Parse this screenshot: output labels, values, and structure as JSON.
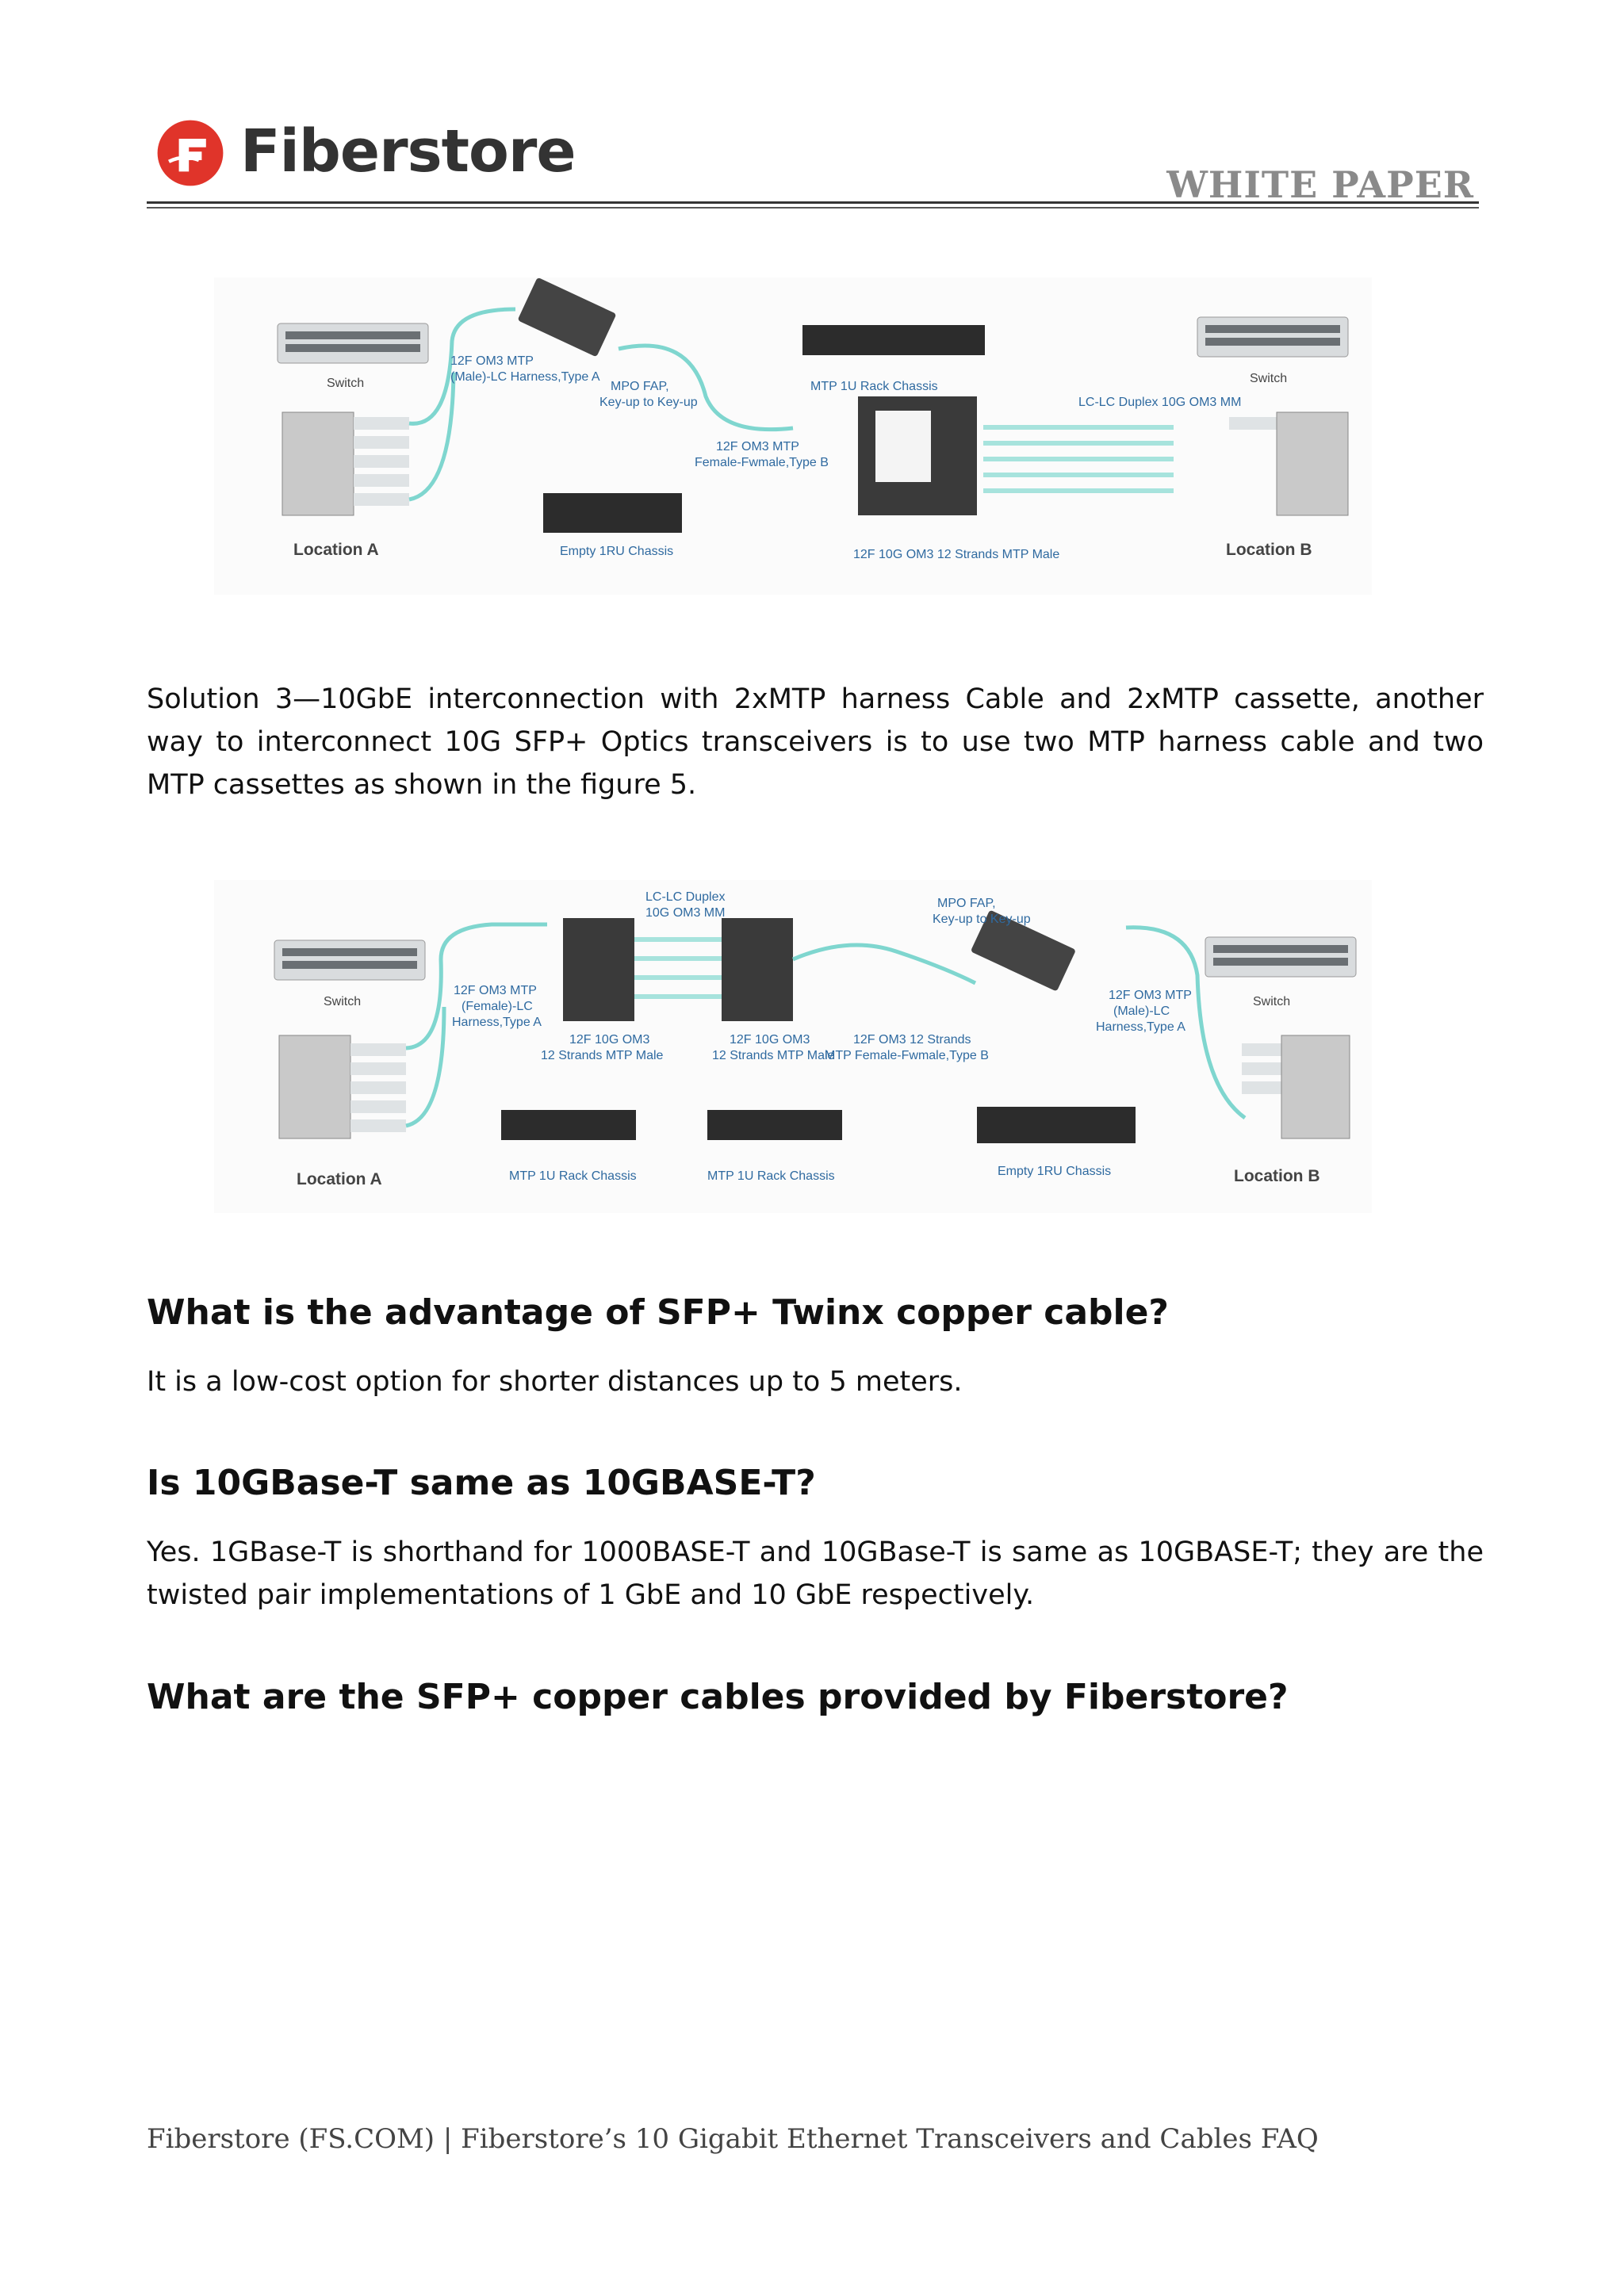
{
  "header": {
    "brand": "Fiberstore",
    "doc_type": "WHITE PAPER",
    "colors": {
      "logo_red": "#e0342a",
      "rule": "#333333",
      "cable": "#7fd6cf"
    }
  },
  "figure4": {
    "location_a": "Location A",
    "location_b": "Location B",
    "switch_a": "Switch",
    "switch_b": "Switch",
    "harness_a": [
      "12F OM3 MTP",
      "(Male)-LC Harness,Type A"
    ],
    "fap": [
      "MPO FAP,",
      "Key-up to Key-up"
    ],
    "empty_chassis": "Empty 1RU Chassis",
    "trunk": [
      "12F OM3 MTP",
      "Female-Fwmale,Type B"
    ],
    "rack_chassis": "MTP 1U Rack Chassis",
    "duplex": "LC-LC Duplex 10G OM3 MM",
    "cassette": "12F 10G OM3 12 Strands MTP Male"
  },
  "solution_text": "Solution 3—10GbE interconnection with 2xMTP harness Cable and 2xMTP cassette, another way to interconnect 10G SFP+ Optics transceivers is to use two MTP harness cable and two MTP cassettes as shown in the figure 5.",
  "figure5": {
    "location_a": "Location A",
    "location_b": "Location B",
    "switch_a": "Switch",
    "switch_b": "Switch",
    "harness_a": [
      "12F OM3 MTP",
      "(Female)-LC",
      "Harness,Type A"
    ],
    "duplex": [
      "LC-LC Duplex",
      "10G OM3 MM"
    ],
    "cassette_1": [
      "12F 10G OM3",
      "12 Strands MTP Male"
    ],
    "cassette_2": [
      "12F 10G OM3",
      "12 Strands MTP Male"
    ],
    "trunk": [
      "12F OM3 12 Strands",
      "MTP Female-Fwmale,Type B"
    ],
    "fap": [
      "MPO FAP,",
      "Key-up to Key-up"
    ],
    "harness_b": [
      "12F OM3 MTP",
      "(Male)-LC",
      "Harness,Type A"
    ],
    "chassis_1": "MTP 1U Rack Chassis",
    "chassis_2": "MTP 1U Rack Chassis",
    "empty_chassis": "Empty 1RU Chassis"
  },
  "faq": [
    {
      "question": "What is the advantage of SFP+ Twinx copper cable?",
      "answer": "It is a low-cost option for shorter distances up to 5 meters."
    },
    {
      "question": "Is 10GBase-T same as 10GBASE-T?",
      "answer": "Yes. 1GBase-T is shorthand for 1000BASE-T and 10GBase-T is same as 10GBASE-T; they are the twisted pair implementations of 1 GbE and 10 GbE respectively."
    },
    {
      "question": "What are the SFP+ copper cables provided by Fiberstore?",
      "answer": ""
    }
  ],
  "footer": "Fiberstore (FS.COM) | Fiberstore’s 10 Gigabit Ethernet Transceivers and Cables FAQ"
}
